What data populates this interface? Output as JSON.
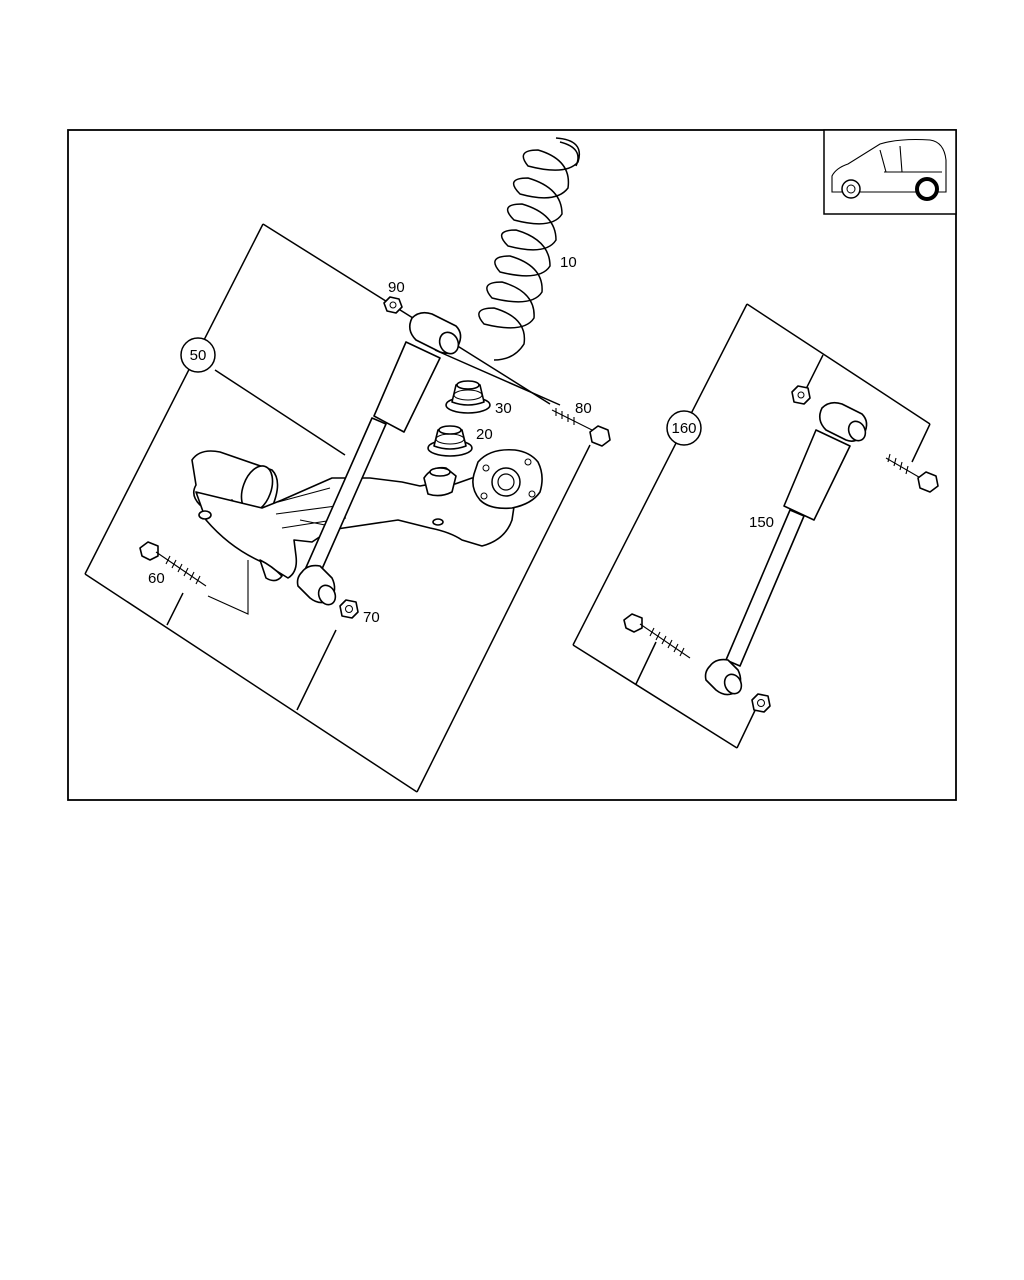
{
  "labels": {
    "spring": "10",
    "bump_stop_lower": "20",
    "bump_stop_upper": "30",
    "assembly_left": "50",
    "bolt_lower_left": "60",
    "nut_lower_left": "70",
    "bolt_upper_left": "80",
    "nut_upper_left": "90",
    "shock_right": "150",
    "assembly_right": "160"
  },
  "vehicle_icon": "car-rear-wheel-icon"
}
